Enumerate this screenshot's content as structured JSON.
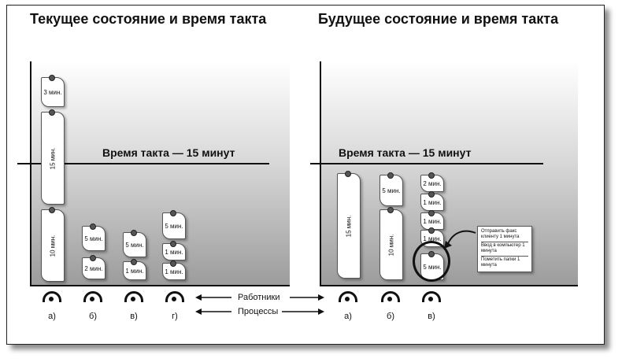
{
  "titles": {
    "current": "Текущее состояние и время такта",
    "future": "Будущее состояние и время такта"
  },
  "takt_label": "Время такта — 15 минут",
  "current": {
    "stations": [
      "а)",
      "б)",
      "в)",
      "г)"
    ],
    "cards": [
      {
        "station": 0,
        "text": "3 мин."
      },
      {
        "station": 0,
        "text": "15 мин."
      },
      {
        "station": 0,
        "text": "10 мин."
      },
      {
        "station": 1,
        "text": "5 мин."
      },
      {
        "station": 1,
        "text": "2 мин."
      },
      {
        "station": 2,
        "text": "5 мин."
      },
      {
        "station": 2,
        "text": "1 мин."
      },
      {
        "station": 3,
        "text": "5 мин."
      },
      {
        "station": 3,
        "text": "1 мин."
      },
      {
        "station": 3,
        "text": "1 мин."
      }
    ]
  },
  "future": {
    "stations": [
      "а)",
      "б)",
      "в)"
    ],
    "cards": [
      {
        "station": 0,
        "text": "15 мин."
      },
      {
        "station": 1,
        "text": "5 мин."
      },
      {
        "station": 1,
        "text": "10 мин."
      },
      {
        "station": 2,
        "text": "2 мин."
      },
      {
        "station": 2,
        "text": "1 мин."
      },
      {
        "station": 2,
        "text": "1 мин."
      },
      {
        "station": 2,
        "text": "1 мин."
      },
      {
        "station": 2,
        "text": "5 мин."
      }
    ],
    "callout": [
      "Отправить факс клиенту 1 минута",
      "Ввод в компьютер 1 минута",
      "Пометить папки 1 минута"
    ]
  },
  "legend": {
    "workers": "Работники",
    "processes": "Процессы"
  }
}
